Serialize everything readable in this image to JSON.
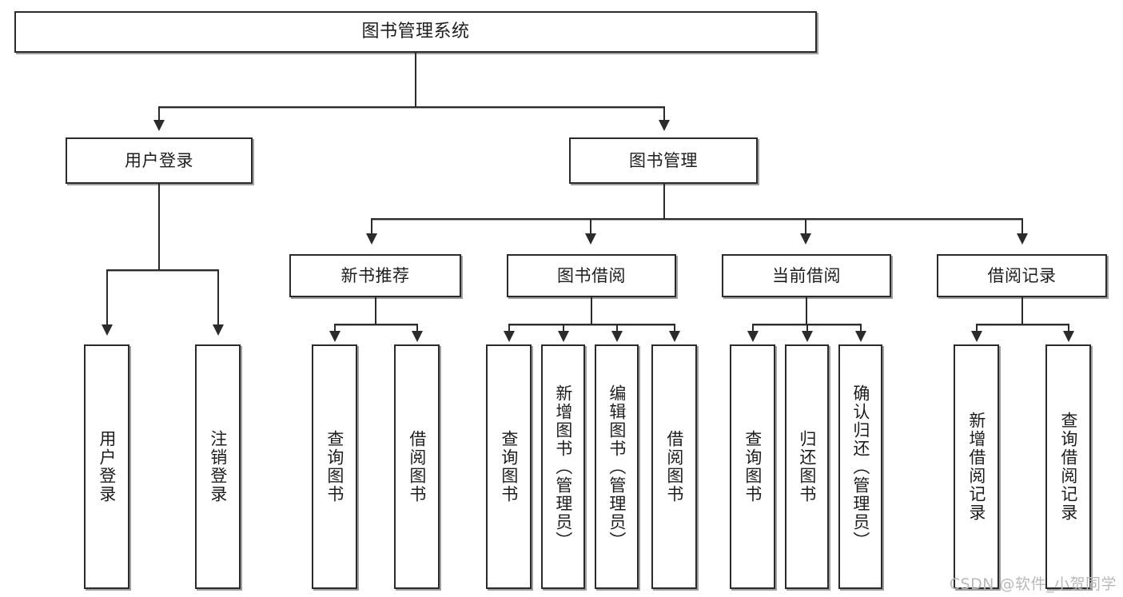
{
  "diagram": {
    "title": "图书管理系统",
    "type": "tree",
    "orientation": "top-down",
    "watermark": "CSDN @软件_小贺同学",
    "colors": {
      "background": "#ffffff",
      "border": "#2b2b2b",
      "text": "#1d1d1d",
      "watermark": "#b9b9b9"
    },
    "levels": {
      "root": {
        "label": "图书管理系统"
      },
      "level2": [
        {
          "id": "user-login",
          "label": "用户登录"
        },
        {
          "id": "book-manage",
          "label": "图书管理"
        }
      ],
      "level3": [
        {
          "id": "new-book-recommend",
          "label": "新书推荐",
          "parent": "book-manage"
        },
        {
          "id": "book-borrow",
          "label": "图书借阅",
          "parent": "book-manage"
        },
        {
          "id": "current-borrow",
          "label": "当前借阅",
          "parent": "book-manage"
        },
        {
          "id": "borrow-record",
          "label": "借阅记录",
          "parent": "book-manage"
        }
      ],
      "leaves": [
        {
          "id": "leaf-user-login",
          "label": "用户登录",
          "parent": "user-login"
        },
        {
          "id": "leaf-logout",
          "label": "注销登录",
          "parent": "user-login"
        },
        {
          "id": "leaf-query-book-1",
          "label": "查询图书",
          "parent": "new-book-recommend"
        },
        {
          "id": "leaf-borrow-book-1",
          "label": "借阅图书",
          "parent": "new-book-recommend"
        },
        {
          "id": "leaf-query-book-2",
          "label": "查询图书",
          "parent": "book-borrow"
        },
        {
          "id": "leaf-add-book",
          "label": "新增图书（管理员）",
          "parent": "book-borrow"
        },
        {
          "id": "leaf-edit-book",
          "label": "编辑图书（管理员）",
          "parent": "book-borrow"
        },
        {
          "id": "leaf-borrow-book-2",
          "label": "借阅图书",
          "parent": "book-borrow"
        },
        {
          "id": "leaf-query-book-3",
          "label": "查询图书",
          "parent": "current-borrow"
        },
        {
          "id": "leaf-return-book",
          "label": "归还图书",
          "parent": "current-borrow"
        },
        {
          "id": "leaf-confirm-return",
          "label": "确认归还（管理员）",
          "parent": "current-borrow"
        },
        {
          "id": "leaf-add-record",
          "label": "新增借阅记录",
          "parent": "borrow-record"
        },
        {
          "id": "leaf-query-record",
          "label": "查询借阅记录",
          "parent": "borrow-record"
        }
      ]
    }
  }
}
